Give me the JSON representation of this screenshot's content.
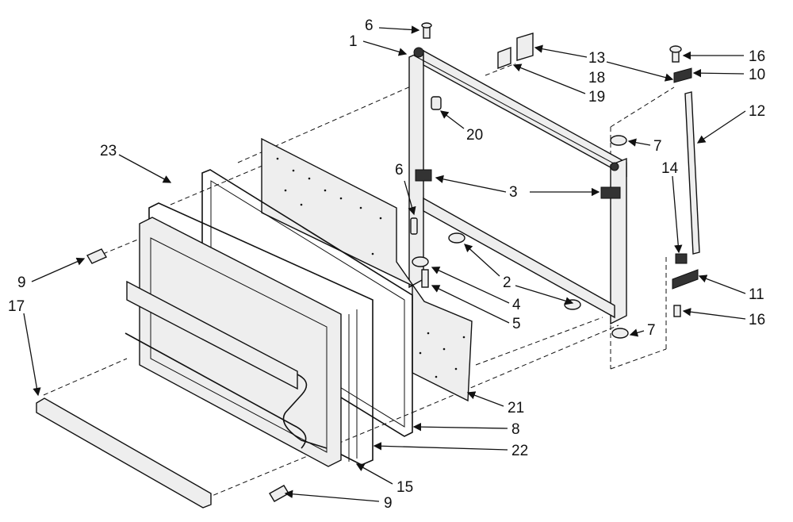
{
  "diagram": {
    "callouts": [
      {
        "id": "c6a",
        "text": "6"
      },
      {
        "id": "c1",
        "text": "1"
      },
      {
        "id": "c13",
        "text": "13"
      },
      {
        "id": "c18",
        "text": "18"
      },
      {
        "id": "c19",
        "text": "19"
      },
      {
        "id": "c20",
        "text": "20"
      },
      {
        "id": "c16a",
        "text": "16"
      },
      {
        "id": "c10",
        "text": "10"
      },
      {
        "id": "c12",
        "text": "12"
      },
      {
        "id": "c7a",
        "text": "7"
      },
      {
        "id": "c23",
        "text": "23"
      },
      {
        "id": "c6b",
        "text": "6"
      },
      {
        "id": "c3",
        "text": "3"
      },
      {
        "id": "c14",
        "text": "14"
      },
      {
        "id": "c2",
        "text": "2"
      },
      {
        "id": "c11",
        "text": "11"
      },
      {
        "id": "c4",
        "text": "4"
      },
      {
        "id": "c5",
        "text": "5"
      },
      {
        "id": "c16b",
        "text": "16"
      },
      {
        "id": "c7b",
        "text": "7"
      },
      {
        "id": "c9a",
        "text": "9"
      },
      {
        "id": "c17",
        "text": "17"
      },
      {
        "id": "c21",
        "text": "21"
      },
      {
        "id": "c8",
        "text": "8"
      },
      {
        "id": "c22",
        "text": "22"
      },
      {
        "id": "c15",
        "text": "15"
      },
      {
        "id": "c9b",
        "text": "9"
      }
    ]
  }
}
